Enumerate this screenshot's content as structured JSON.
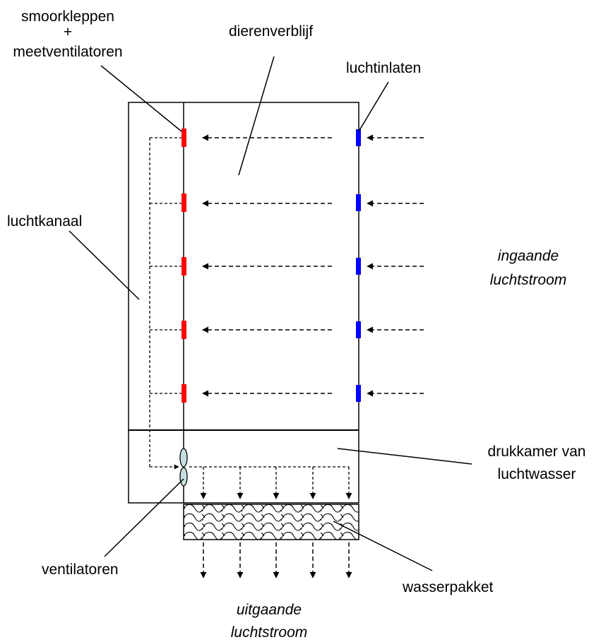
{
  "labels": {
    "dampers_line1": "smoorkleppen",
    "dampers_line2": "+",
    "dampers_line3": "meetventilatoren",
    "animal_room": "dierenverblijf",
    "air_inlets": "luchtinlaten",
    "air_duct": "luchtkanaal",
    "incoming_line1": "ingaande",
    "incoming_line2": "luchtstroom",
    "pressure_line1": "drukkamer van",
    "pressure_line2": "luchtwasser",
    "fans": "ventilatoren",
    "washer_pack": "wasserpakket",
    "outgoing_line1": "uitgaande",
    "outgoing_line2": "luchtstroom"
  },
  "colors": {
    "damper": "#ff0000",
    "inlet": "#0000ff",
    "fan": "#c8dfe0",
    "line": "#000000"
  },
  "icons": {
    "fan": "fan-icon",
    "washer_pack": "wave-pattern"
  }
}
